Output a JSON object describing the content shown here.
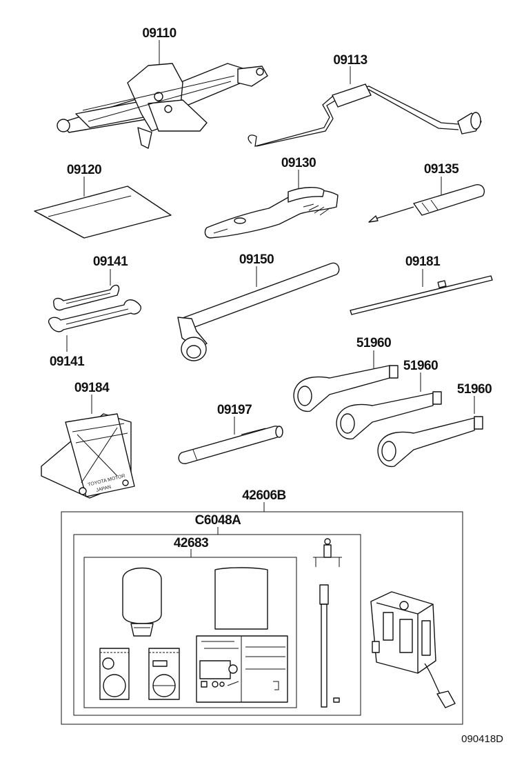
{
  "parts": [
    {
      "number": "09110"
    },
    {
      "number": "09113"
    },
    {
      "number": "09120"
    },
    {
      "number": "09130"
    },
    {
      "number": "09135"
    },
    {
      "number": "09141"
    },
    {
      "number": "09141"
    },
    {
      "number": "09150"
    },
    {
      "number": "09181"
    },
    {
      "number": "09184"
    },
    {
      "number": "09197"
    },
    {
      "number": "51960"
    },
    {
      "number": "51960"
    },
    {
      "number": "51960"
    },
    {
      "number": "42606B"
    },
    {
      "number": "C6048A"
    },
    {
      "number": "42683"
    }
  ],
  "stand_text": {
    "line1": "TOYOTA MOTOR",
    "line2": "JAPAN"
  },
  "drawing_code": "090418D"
}
